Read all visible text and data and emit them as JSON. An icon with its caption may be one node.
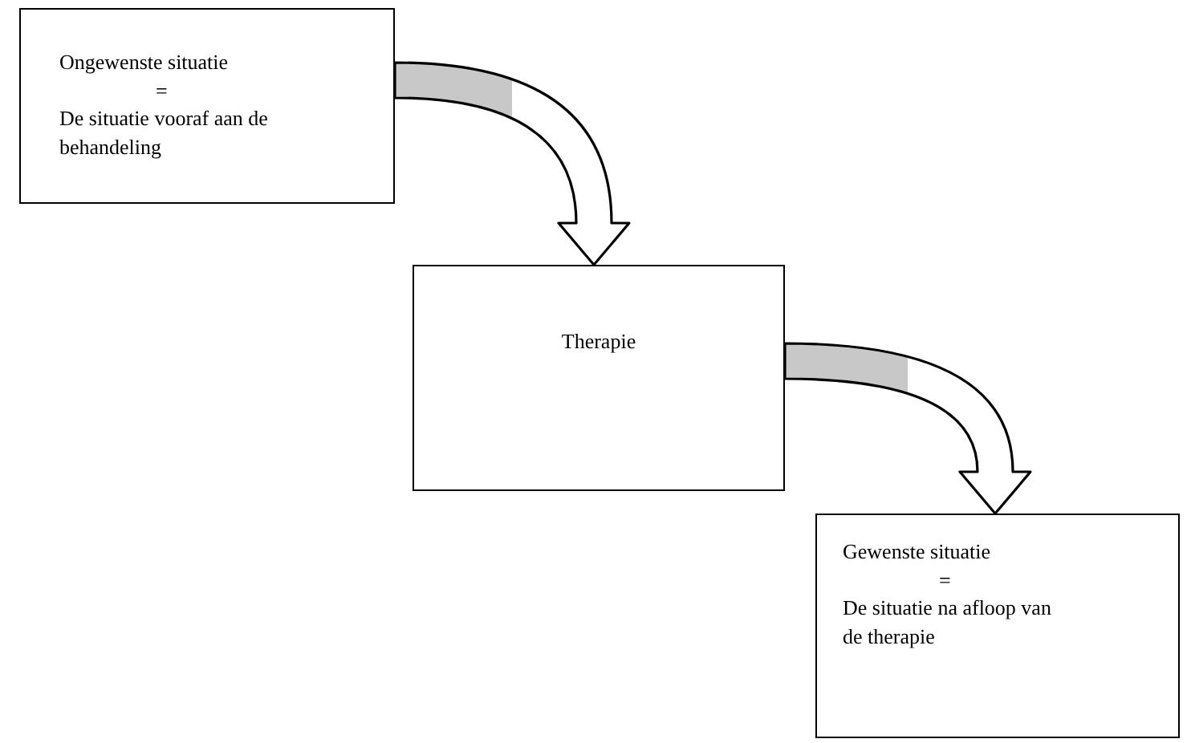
{
  "diagram": {
    "nodes": [
      {
        "text": [
          "Ongewenste situatie",
          "=",
          "De situatie vooraf aan de behandeling"
        ]
      },
      {
        "text": [
          "Therapie"
        ]
      },
      {
        "text": [
          "Gewenste situatie",
          "=",
          "De situatie na afloop van de therapie"
        ]
      }
    ],
    "edges": [
      {
        "from": 0,
        "to": 1,
        "arrow": "to"
      },
      {
        "from": 1,
        "to": 2,
        "arrow": "to"
      }
    ]
  }
}
